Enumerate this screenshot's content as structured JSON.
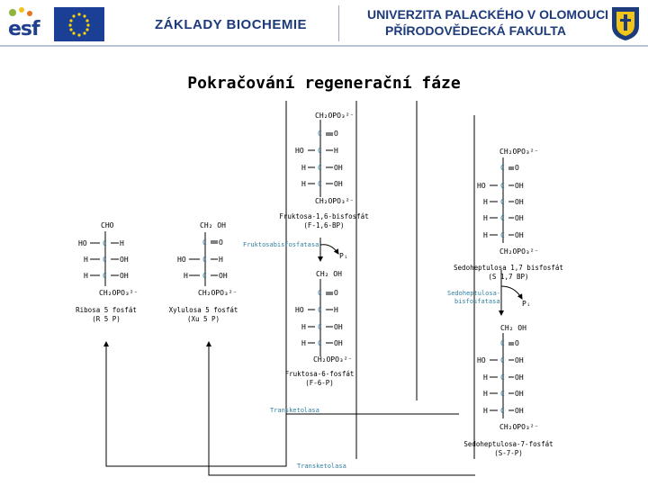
{
  "header": {
    "esf": "esf",
    "course": "ZÁKLADY BIOCHEMIE",
    "university_line1": "UNIVERZITA PALACKÉHO V OLOMOUCI",
    "university_line2": "PŘÍRODOVĚDECKÁ FAKULTA"
  },
  "title": "Pokračování regenerační fáze",
  "atoms": {
    "C": "C",
    "O": "O",
    "H": "H",
    "HO": "HO",
    "OH": "OH"
  },
  "groups": {
    "ch2opo3": "CH₂OPO₃²⁻",
    "ch2oh": "CH₂ OH",
    "cho": "CHO",
    "pi": "Pᵢ"
  },
  "compounds": {
    "ribose": {
      "name": "Ribosa 5 fosfát",
      "abbr": "(R 5 P)"
    },
    "xylulose": {
      "name": "Xylulosa 5 fosfát",
      "abbr": "(Xu 5 P)"
    },
    "fbp": {
      "name": "Fruktosa-1,6-bisfosfát",
      "abbr": "(F-1,6-BP)"
    },
    "f6p": {
      "name": "Fruktosa-6-fosfát",
      "abbr": "(F-6-P)"
    },
    "s17bp": {
      "name": "Sedoheptulosa 1,7 bisfosfát",
      "abbr": "(S 1,7 BP)"
    },
    "s7p": {
      "name": "Sedoheptulosa-7-fosfát",
      "abbr": "(S-7-P)"
    }
  },
  "enzymes": {
    "fbpase": "Fruktosabisfosfatasa",
    "sbpase_1": "Sedoheptulosa-",
    "sbpase_2": "bisfosfatasa",
    "transketolase_1": "Transketolasa",
    "transketolase_2": "Transketolasa"
  },
  "colors": {
    "carbon": "#2f7fa0",
    "enzyme": "#2f7fa0",
    "line": "#000000",
    "header_blue": "#1d3a7a"
  }
}
